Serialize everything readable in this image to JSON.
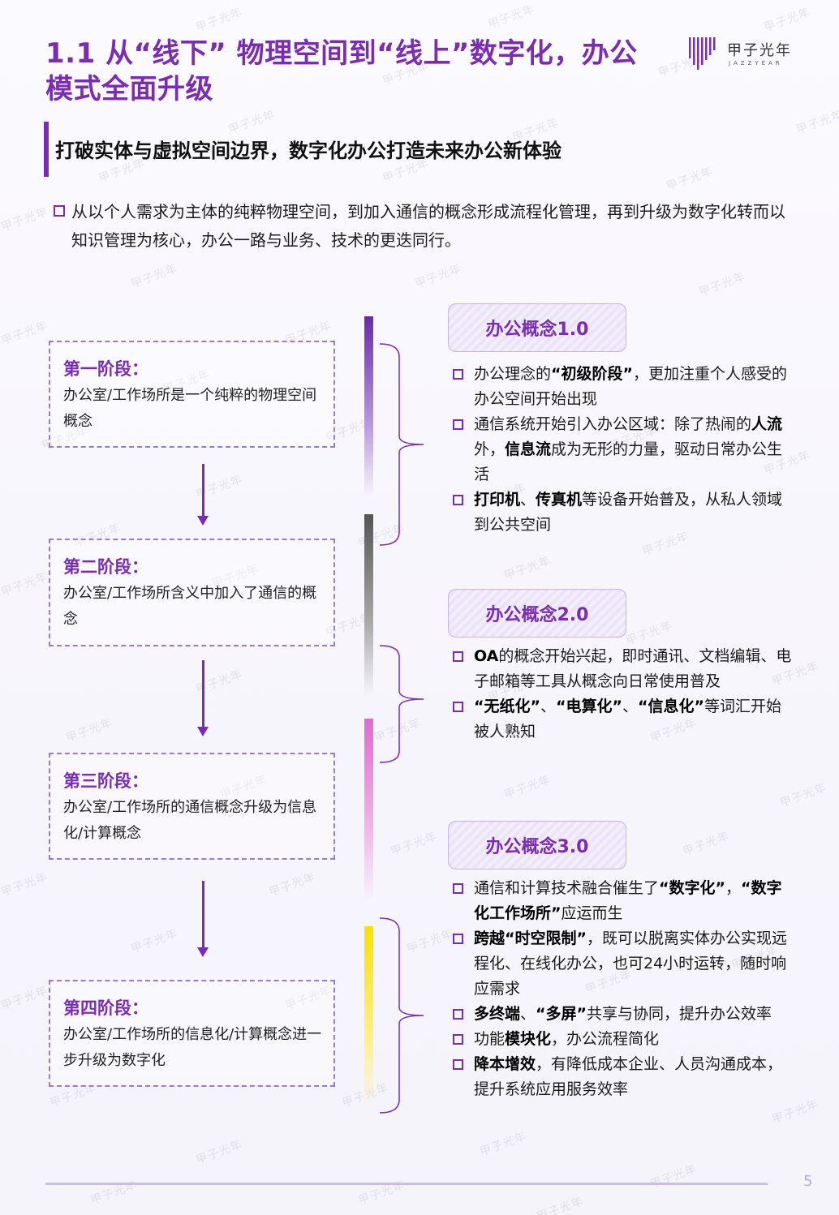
{
  "title": "1.1 从“线下” 物理空间到“线上”数字化，办公模式全面升级",
  "logo": {
    "cn": "甲子光年",
    "en": "JAZZYEAR"
  },
  "subtitle": "打破实体与虚拟空间边界，数字化办公打造未来办公新体验",
  "intro": "从以个人需求为主体的纯粹物理空间，到加入通信的概念形成流程化管理，再到升级为数字化转而以知识管理为核心，办公一路与业务、技术的更迭同行。",
  "stages": [
    {
      "title": "第一阶段：",
      "desc": "办公室/工作场所是一个纯粹的物理空间概念"
    },
    {
      "title": "第二阶段：",
      "desc": "办公室/工作场所含义中加入了通信的概念"
    },
    {
      "title": "第三阶段：",
      "desc": "办公室/工作场所的通信概念升级为信息化/计算概念"
    },
    {
      "title": "第四阶段：",
      "desc": "办公室/工作场所的信息化/计算概念进一步升级为数字化"
    }
  ],
  "concepts": [
    {
      "label": "办公概念1.0",
      "items": [
        [
          {
            "t": "办公理念的"
          },
          {
            "t": "“初级阶段”",
            "b": true
          },
          {
            "t": "，更加注重个人感受的办公空间开始出现"
          }
        ],
        [
          {
            "t": "通信系统开始引入办公区域：除了热闹的"
          },
          {
            "t": "人流",
            "b": true
          },
          {
            "t": "外，"
          },
          {
            "t": "信息流",
            "b": true
          },
          {
            "t": "成为无形的力量，驱动日常办公生活"
          }
        ],
        [
          {
            "t": "打印机",
            "b": true
          },
          {
            "t": "、"
          },
          {
            "t": "传真机",
            "b": true
          },
          {
            "t": "等设备开始普及，从私人领域到公共空间"
          }
        ]
      ]
    },
    {
      "label": "办公概念2.0",
      "items": [
        [
          {
            "t": "OA",
            "b": true
          },
          {
            "t": "的概念开始兴起，即时通讯、文档编辑、电子邮箱等工具从概念向日常使用普及"
          }
        ],
        [
          {
            "t": "“无纸化”",
            "b": true
          },
          {
            "t": "、"
          },
          {
            "t": "“电算化”",
            "b": true
          },
          {
            "t": "、"
          },
          {
            "t": "“信息化”",
            "b": true
          },
          {
            "t": "等词汇开始被人熟知"
          }
        ]
      ]
    },
    {
      "label": "办公概念3.0",
      "items": [
        [
          {
            "t": "通信和计算技术融合催生了"
          },
          {
            "t": "“数字化”",
            "b": true
          },
          {
            "t": "，"
          },
          {
            "t": "“数字化工作场所”",
            "b": true
          },
          {
            "t": "应运而生"
          }
        ],
        [
          {
            "t": "跨越",
            "b": true
          },
          {
            "t": "“时空限制”",
            "b": true
          },
          {
            "t": "，既可以脱离实体办公实现远程化、在线化办公，也可24小时运转，随时响应需求"
          }
        ],
        [
          {
            "t": "多终端",
            "b": true
          },
          {
            "t": "、"
          },
          {
            "t": "“多屏”",
            "b": true
          },
          {
            "t": "共享与协同，提升办公效率"
          }
        ],
        [
          {
            "t": "功能"
          },
          {
            "t": "模块化",
            "b": true
          },
          {
            "t": "，办公流程简化"
          }
        ],
        [
          {
            "t": "降本增效",
            "b": true
          },
          {
            "t": "，有降低成本企业、人员沟通成本，提升系统应用服务效率"
          }
        ]
      ]
    }
  ],
  "page_number": "5",
  "watermark": "甲子光年",
  "colors": {
    "accent": "#7a2db3",
    "dashed": "#9a7cc4"
  }
}
